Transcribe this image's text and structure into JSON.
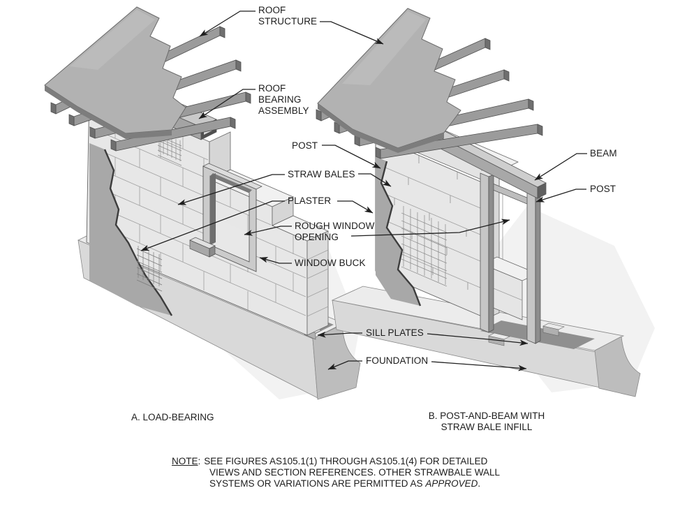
{
  "figure": {
    "labels": {
      "roof_structure": {
        "l1": "ROOF",
        "l2": "STRUCTURE"
      },
      "roof_bearing": {
        "l1": "ROOF",
        "l2": "BEARING",
        "l3": "ASSEMBLY"
      },
      "post_a": "POST",
      "straw_bales": "STRAW BALES",
      "plaster": "PLASTER",
      "rough_window": {
        "l1": "ROUGH WINDOW",
        "l2": "OPENING"
      },
      "window_buck": "WINDOW BUCK",
      "beam": "BEAM",
      "post_b": "POST",
      "sill_plates": "SILL PLATES",
      "foundation": "FOUNDATION"
    },
    "captions": {
      "a": "A. LOAD-BEARING",
      "b1": "B. POST-AND-BEAM WITH",
      "b2": "STRAW BALE INFILL"
    },
    "note": {
      "label": "NOTE",
      "colon": ":",
      "body1": "SEE FIGURES AS105.1(1) THROUGH AS105.1(4) FOR DETAILED VIEWS AND SECTION REFERENCES. OTHER STRAWBALE WALL SYSTEMS OR VARIATIONS ARE PERMITTED AS ",
      "italic": "APPROVED",
      "end": "."
    },
    "colors": {
      "leader_line": "#1f1f1f",
      "label_text": "#1c1c1c",
      "straw_bale": "#e7e7e7",
      "plaster": "#a8a8a8",
      "roof_sheathing": "#b2b2b2",
      "rafter": "#9b9b9b",
      "foundation": "#d9d9d9",
      "background": "#ffffff"
    }
  }
}
